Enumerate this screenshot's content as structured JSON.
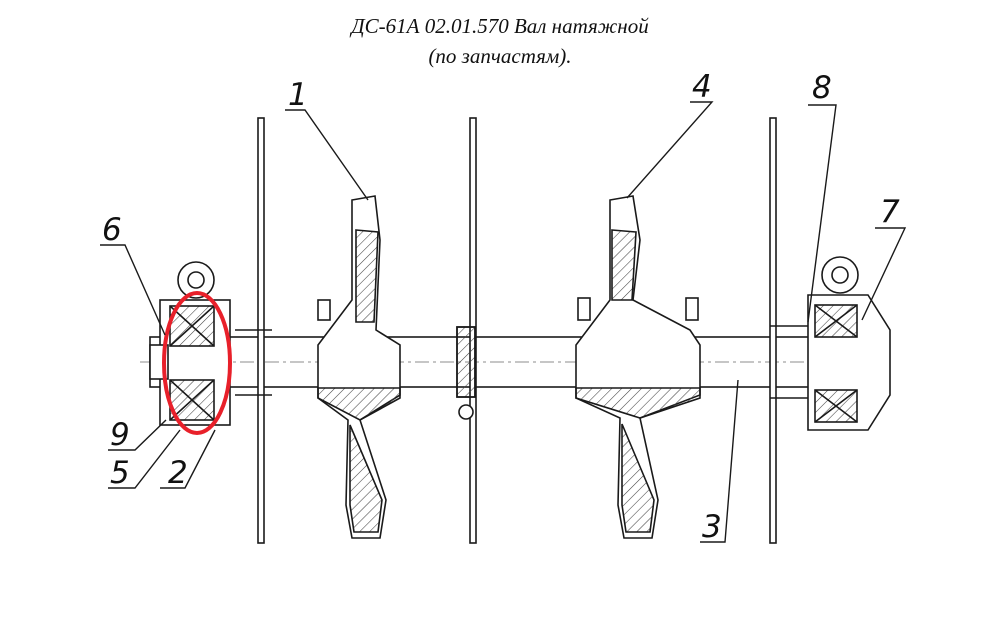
{
  "title_line1": "ДС-61А 02.01.570 Вал натяжной",
  "title_line2": "(по запчастям).",
  "callouts": [
    {
      "id": "1",
      "label": "1"
    },
    {
      "id": "2",
      "label": "2"
    },
    {
      "id": "3",
      "label": "3"
    },
    {
      "id": "4",
      "label": "4"
    },
    {
      "id": "5",
      "label": "5"
    },
    {
      "id": "6",
      "label": "6"
    },
    {
      "id": "7",
      "label": "7"
    },
    {
      "id": "8",
      "label": "8"
    },
    {
      "id": "9",
      "label": "9"
    }
  ],
  "highlight": {
    "target": "2",
    "color": "#e8202a"
  },
  "colors": {
    "line": "#1a1a1a",
    "hatch": "#444444"
  }
}
